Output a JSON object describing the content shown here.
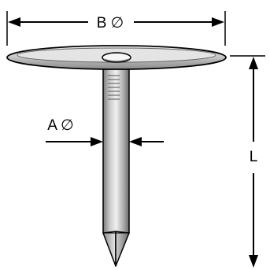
{
  "diagram": {
    "labels": {
      "head_diameter": "B ∅",
      "shank_diameter": "A ∅",
      "length": "L"
    },
    "parts": [
      "washer-head",
      "center-hole",
      "shank",
      "shank-ridges",
      "pointed-tip"
    ],
    "colors": {
      "line": "#000000",
      "metal_light": "#e6e6e6",
      "metal_mid": "#b9b9b9",
      "metal_dark": "#6f6f6f",
      "background": "#ffffff"
    }
  }
}
